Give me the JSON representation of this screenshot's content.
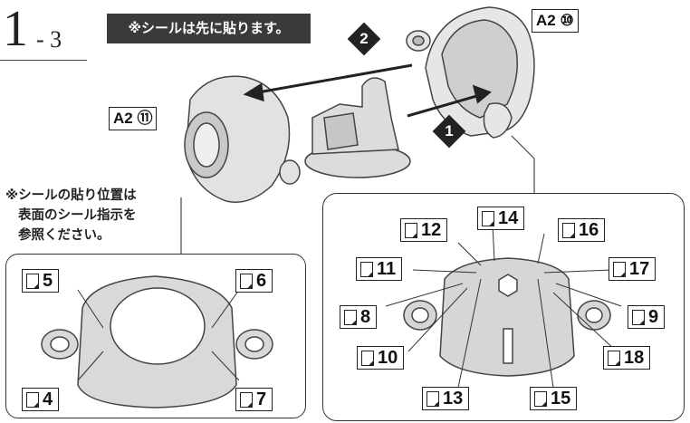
{
  "step": {
    "main": "1",
    "sub": "- 3"
  },
  "note_banner": "※シールは先に貼ります。",
  "part_labels": {
    "right_top": "A2 ⑩",
    "left_mid": "A2 ⑪"
  },
  "assembly_steps": {
    "first": "1",
    "second": "2"
  },
  "side_note": {
    "line1": "※シールの貼り位置は",
    "line2": "表面のシール指示を",
    "line3": "参照ください。"
  },
  "seals_left": {
    "s5": "5",
    "s6": "6",
    "s4": "4",
    "s7": "7"
  },
  "seals_right": {
    "s12": "12",
    "s14": "14",
    "s16": "16",
    "s11": "11",
    "s17": "17",
    "s8": "8",
    "s9": "9",
    "s10": "10",
    "s18": "18",
    "s13": "13",
    "s15": "15"
  }
}
